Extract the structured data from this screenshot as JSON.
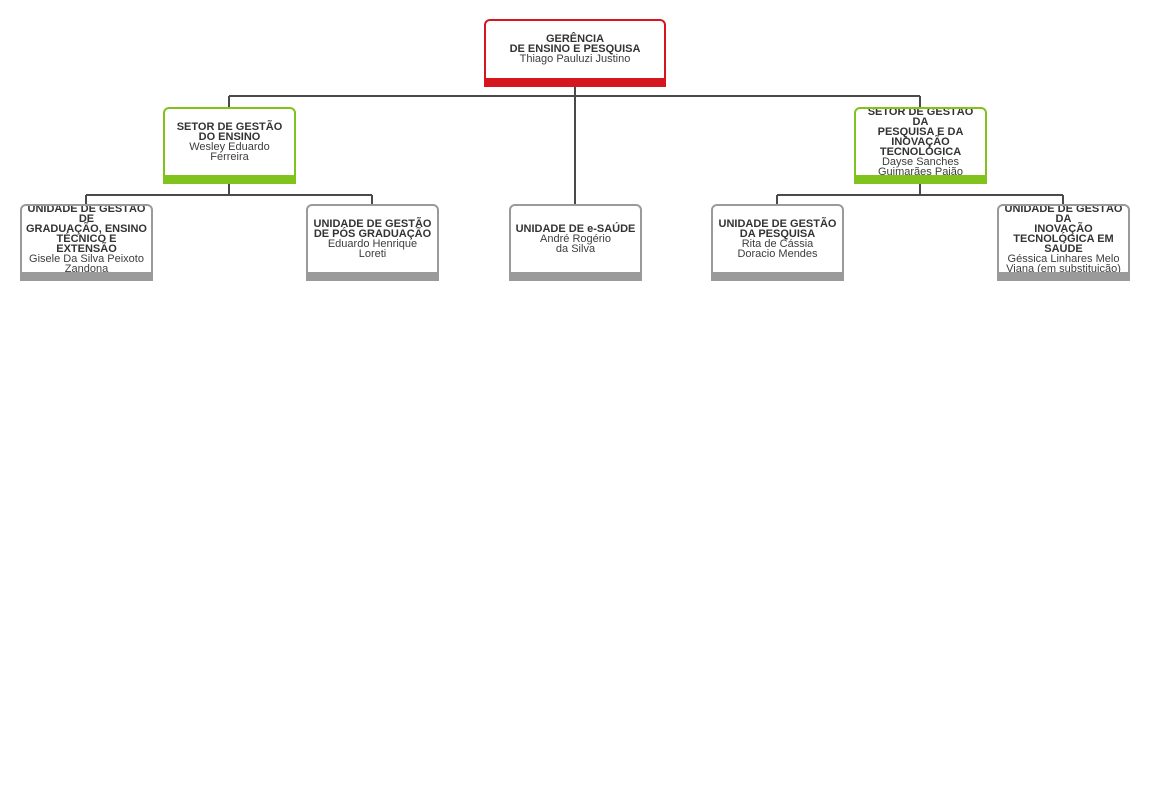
{
  "org_chart": {
    "root": {
      "title": "GERÊNCIA\nDE ENSINO E PESQUISA",
      "name": "Thiago Pauluzi Justino",
      "accent": "#d5161e"
    },
    "sectors": [
      {
        "title": "SETOR DE GESTÃO\nDO ENSINO",
        "name": "Wesley Eduardo\nFerreira",
        "accent": "#7fc31c"
      },
      {
        "title": "SETOR DE GESTÃO DA\nPESQUISA E DA\nINOVAÇÃO\nTECNOLÓGICA",
        "name": "Dayse Sanches\nGuimarães Paião",
        "accent": "#7fc31c"
      }
    ],
    "units": [
      {
        "title": "UNIDADE DE GESTÃO  DE\nGRADUAÇÃO, ENSINO\nTÉCNICO E EXTENSÃO",
        "name": "Gisele Da Silva Peixoto\nZandona",
        "accent": "#9a9a9a"
      },
      {
        "title": "UNIDADE DE GESTÃO\nDE PÓS GRADUAÇÃO",
        "name": "Eduardo Henrique\nLoreti",
        "accent": "#9a9a9a"
      },
      {
        "title": "UNIDADE DE e-SAÚDE",
        "name": "André Rogério\nda Silva",
        "accent": "#9a9a9a"
      },
      {
        "title": "UNIDADE DE GESTÃO\nDA PESQUISA",
        "name": "Rita de Cássia\nDoracio Mendes",
        "accent": "#9a9a9a"
      },
      {
        "title": "UNIDADE DE GESTÃO DA\nINOVAÇÃO\nTECNOLÓGICA EM\nSAÚDE",
        "name": "Géssica Linhares Melo\nViana (em substituição)",
        "accent": "#9a9a9a"
      }
    ],
    "line_color": "#4a4a4a"
  }
}
